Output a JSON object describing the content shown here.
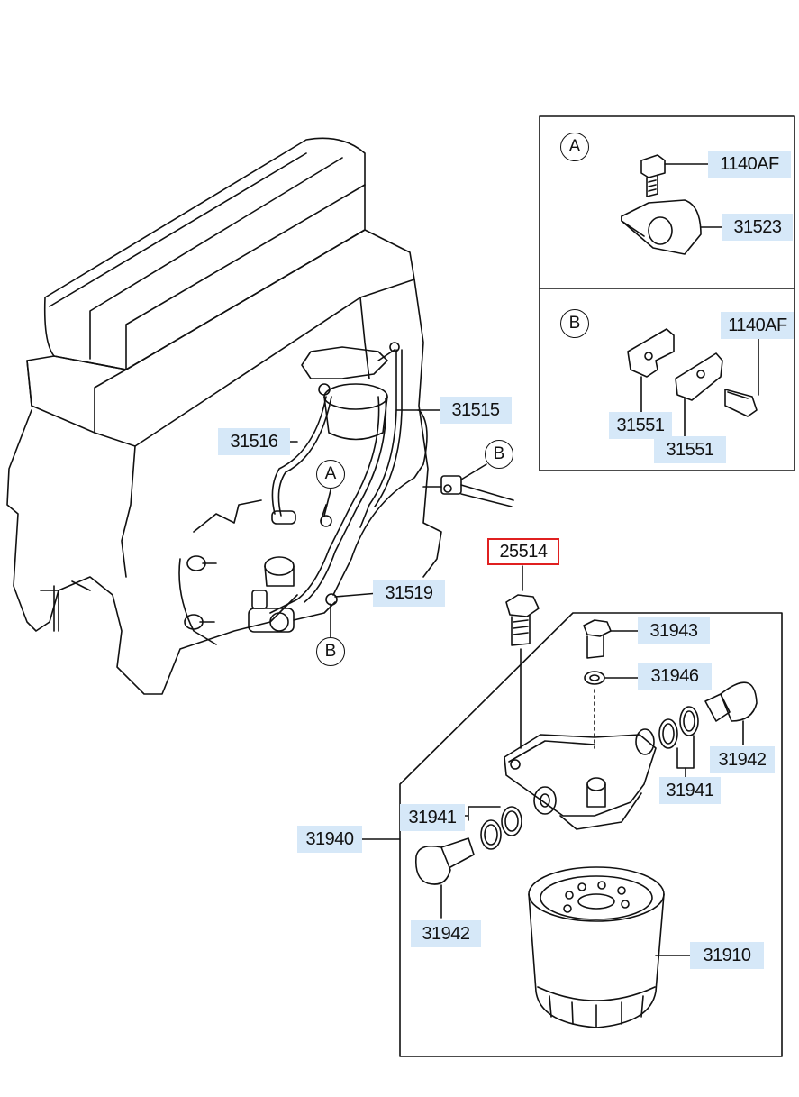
{
  "diagram": {
    "highlighted_part": "25514",
    "part_labels": [
      {
        "id": "p1140af_a",
        "text": "1140AF"
      },
      {
        "id": "p31523",
        "text": "31523"
      },
      {
        "id": "p1140af_b",
        "text": "1140AF"
      },
      {
        "id": "p31551_a",
        "text": "31551"
      },
      {
        "id": "p31551_b",
        "text": "31551"
      },
      {
        "id": "p31515",
        "text": "31515"
      },
      {
        "id": "p31516",
        "text": "31516"
      },
      {
        "id": "p31519",
        "text": "31519"
      },
      {
        "id": "p25514",
        "text": "25514"
      },
      {
        "id": "p31943",
        "text": "31943"
      },
      {
        "id": "p31946",
        "text": "31946"
      },
      {
        "id": "p31942_a",
        "text": "31942"
      },
      {
        "id": "p31941_a",
        "text": "31941"
      },
      {
        "id": "p31941_b",
        "text": "31941"
      },
      {
        "id": "p31940",
        "text": "31940"
      },
      {
        "id": "p31942_b",
        "text": "31942"
      },
      {
        "id": "p31910",
        "text": "31910"
      }
    ],
    "callouts": [
      {
        "id": "detail_a",
        "text": "A"
      },
      {
        "id": "detail_b",
        "text": "B"
      },
      {
        "id": "ref_a",
        "text": "A"
      },
      {
        "id": "ref_b_top",
        "text": "B"
      },
      {
        "id": "ref_b_bottom",
        "text": "B"
      }
    ],
    "colors": {
      "label_bg": "#d6e8f8",
      "highlight_border": "#e02020",
      "line": "#111111"
    }
  }
}
